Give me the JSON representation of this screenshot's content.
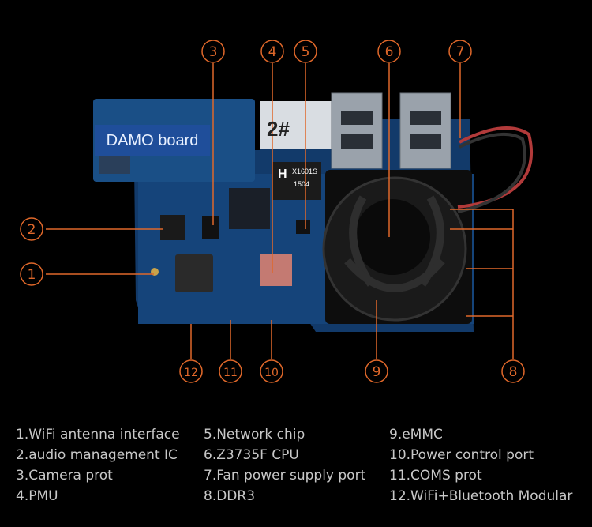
{
  "board_label": "DAMO board",
  "sticker_label": "2#",
  "chip_brand": "H",
  "chip_text_1": "X1601S",
  "chip_text_2": "1504",
  "callout_numbers": [
    "1",
    "2",
    "3",
    "4",
    "5",
    "6",
    "7",
    "8",
    "9",
    "10",
    "11",
    "12"
  ],
  "accent_color": "#e0682a",
  "legend": {
    "col1": [
      "1.WiFi antenna interface",
      "2.audio management IC",
      "3.Camera prot",
      "4.PMU"
    ],
    "col2": [
      "5.Network chip",
      "6.Z3735F CPU",
      "7.Fan power supply port",
      "8.DDR3"
    ],
    "col3": [
      "9.eMMC",
      "10.Power control  port",
      "11.COMS prot",
      "12.WiFi+Bluetooth Modular"
    ]
  }
}
